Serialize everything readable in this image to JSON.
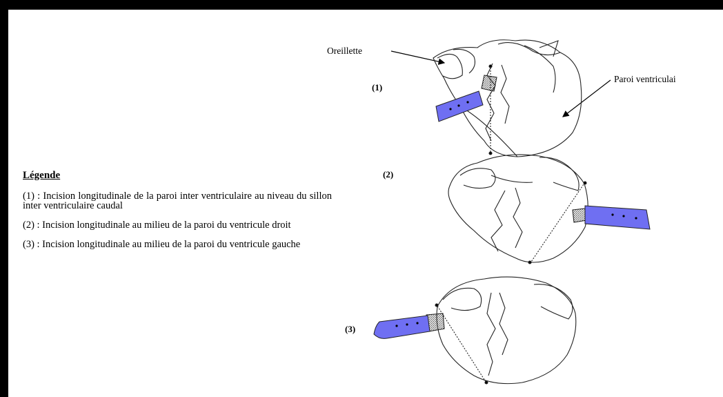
{
  "legend": {
    "title": "Légende",
    "items": [
      "(1) : Incision  longitudinale de la paroi inter ventriculaire  au  niveau  du  sillon  inter ventriculaire caudal",
      "(2) : Incision longitudinale au milieu de la paroi du ventricule droit",
      "(3) : Incision  longitudinale  au  milieu  de  la paroi  du ventricule gauche"
    ]
  },
  "figure": {
    "label_oreillette": "Oreillette",
    "label_paroi": "Paroi ventriculai",
    "num_1": "(1)",
    "num_2": "(2)",
    "num_3": "(3)"
  },
  "colors": {
    "knife_blade": "#6f6ff2",
    "frame": "#000000",
    "background": "#ffffff"
  }
}
